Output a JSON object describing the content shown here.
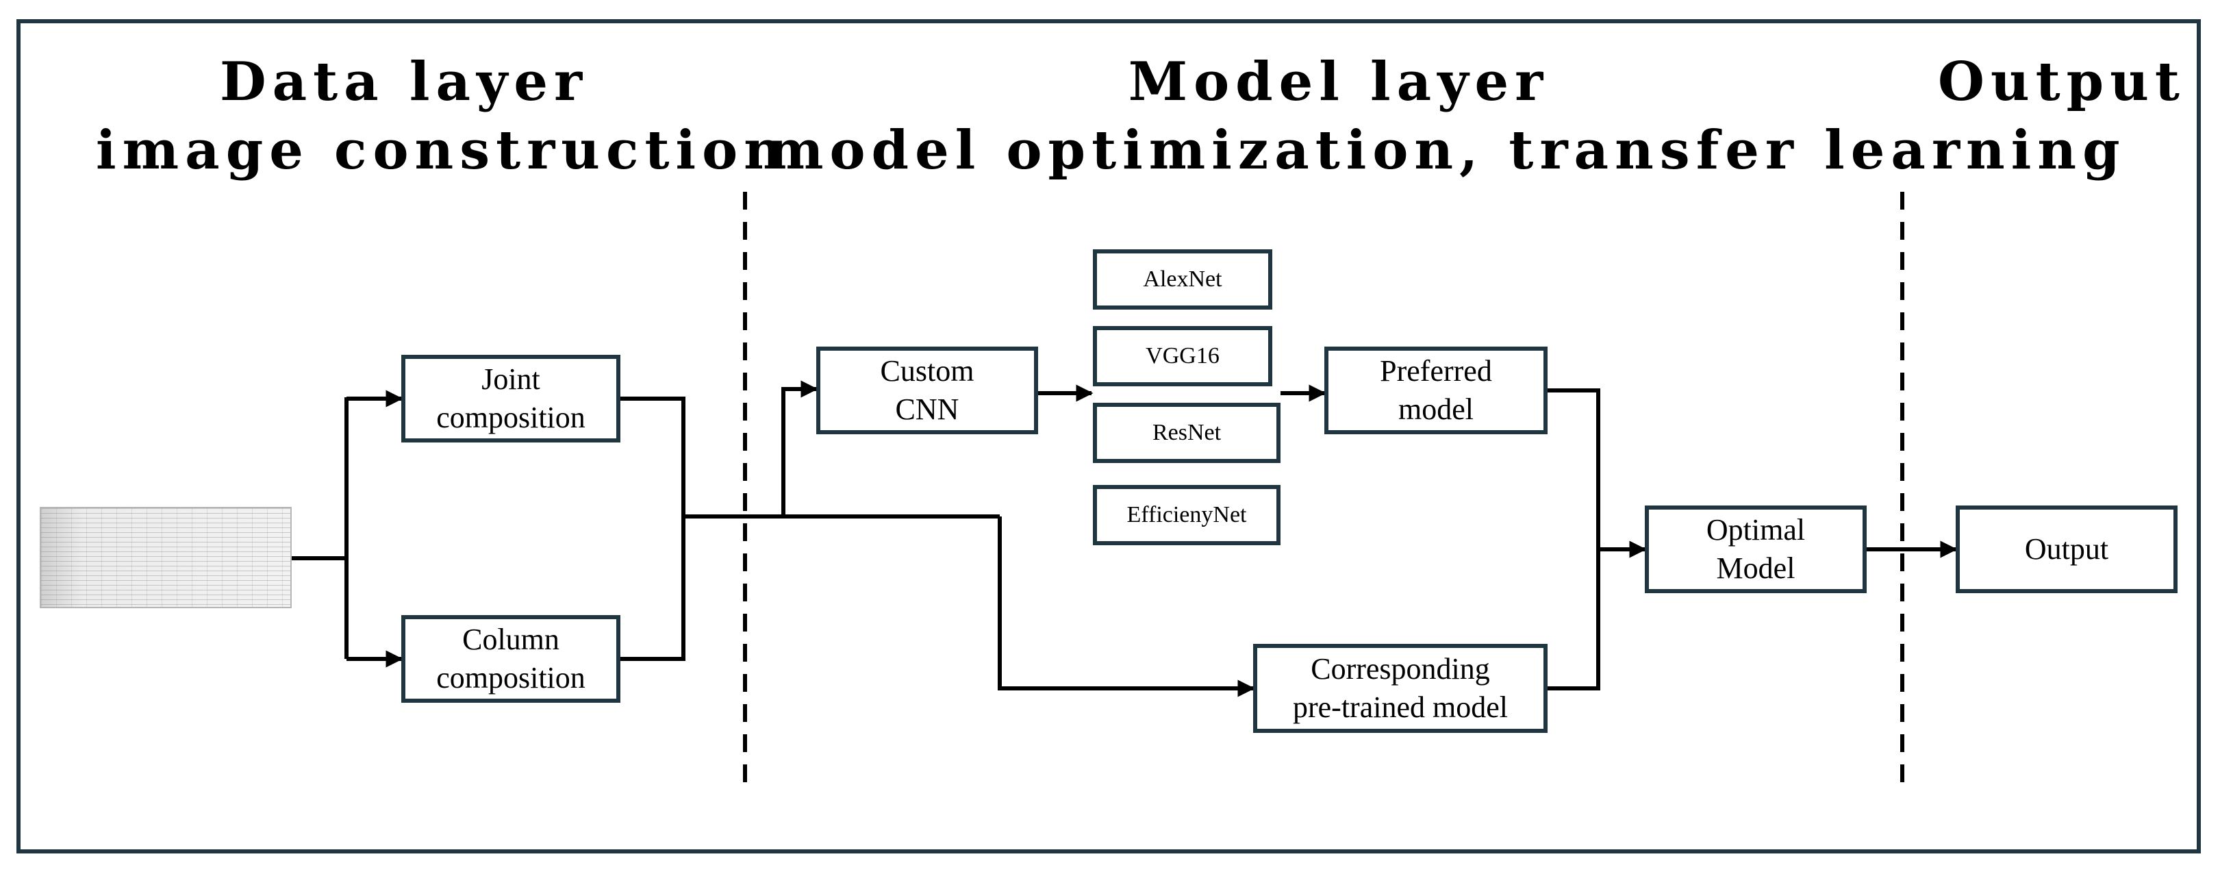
{
  "headings": {
    "data_layer": {
      "line1": "Data layer",
      "line2": "image construction"
    },
    "model_layer": {
      "line1": "Model layer",
      "line2": "model optimization, transfer learning"
    },
    "output": {
      "line1": "Output"
    }
  },
  "boxes": {
    "joint_composition": "Joint\ncomposition",
    "column_composition": "Column\ncomposition",
    "custom_cnn": "Custom\nCNN",
    "alexnet": "AlexNet",
    "vgg16": "VGG16",
    "resnet": "ResNet",
    "efficienynet": "EfficienyNet",
    "preferred_model": "Preferred\nmodel",
    "optimal_model": "Optimal\nModel",
    "pretrained_model": "Corresponding\npre-trained model",
    "output": "Output"
  },
  "colors": {
    "border": "#1f3540",
    "line": "#000000"
  },
  "input_image": {
    "icon": "data-table-thumbnail-icon"
  }
}
